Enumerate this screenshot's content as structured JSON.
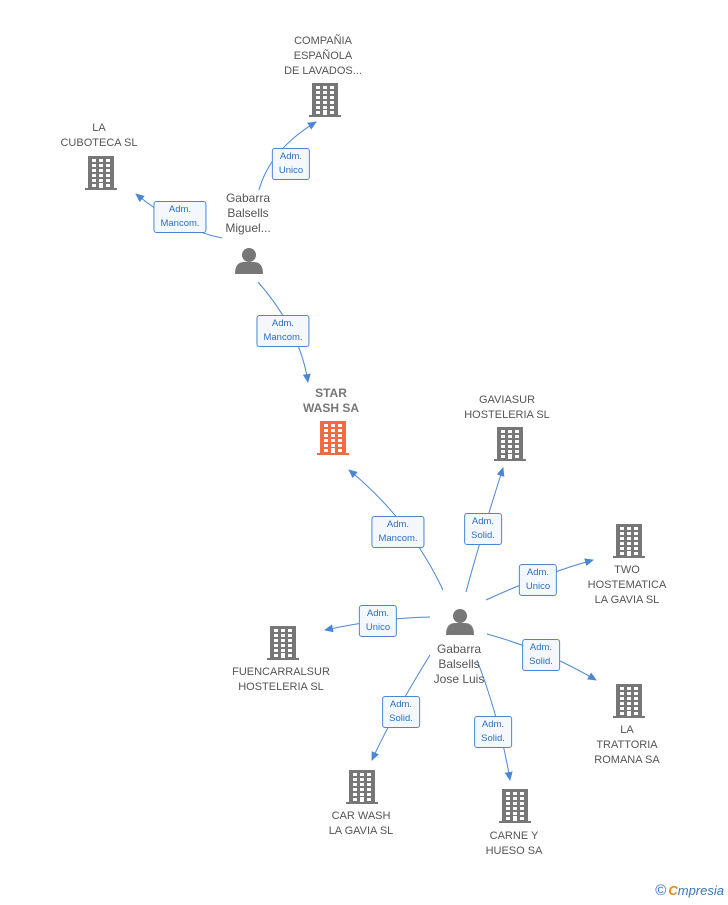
{
  "colors": {
    "node": "#777777",
    "focus": "#f26a3d",
    "edge": "#4a86d4"
  },
  "nodes": {
    "star_wash": {
      "label": "STAR\nWASH SA",
      "icon": "building-icon",
      "focus": true
    },
    "compania": {
      "label": "COMPAÑIA\nESPAÑOLA\nDE LAVADOS...",
      "icon": "building-icon"
    },
    "la_cuboteca": {
      "label": "LA\nCUBOTECA SL",
      "icon": "building-icon"
    },
    "gaviasur": {
      "label": "GAVIASUR\nHOSTELERIA SL",
      "icon": "building-icon"
    },
    "two_hostematica": {
      "label": "TWO\nHOSTEMATICA\nLA GAVIA  SL",
      "icon": "building-icon"
    },
    "fuencarralsur": {
      "label": "FUENCARRALSUR\nHOSTELERIA SL",
      "icon": "building-icon"
    },
    "la_trattoria": {
      "label": "LA\nTRATTORIA\nROMANA SA",
      "icon": "building-icon"
    },
    "car_wash": {
      "label": "CAR WASH\nLA GAVIA SL",
      "icon": "building-icon"
    },
    "carne_hueso": {
      "label": "CARNE Y\nHUESO SA",
      "icon": "building-icon"
    },
    "gabarra_miguel": {
      "label": "Gabarra\nBalsells\nMiguel...",
      "icon": "person-icon"
    },
    "gabarra_jose": {
      "label": "Gabarra\nBalsells\nJose Luis",
      "icon": "person-icon"
    }
  },
  "edges": [
    {
      "id": "e1",
      "from": "gabarra_miguel",
      "to": "compania",
      "label": "Adm.\nUnico"
    },
    {
      "id": "e2",
      "from": "gabarra_miguel",
      "to": "la_cuboteca",
      "label": "Adm.\nMancom."
    },
    {
      "id": "e3",
      "from": "gabarra_miguel",
      "to": "star_wash",
      "label": "Adm.\nMancom."
    },
    {
      "id": "e4",
      "from": "gabarra_jose",
      "to": "star_wash",
      "label": "Adm.\nMancom."
    },
    {
      "id": "e5",
      "from": "gabarra_jose",
      "to": "gaviasur",
      "label": "Adm.\nSolid."
    },
    {
      "id": "e6",
      "from": "gabarra_jose",
      "to": "two_hostematica",
      "label": "Adm.\nUnico"
    },
    {
      "id": "e7",
      "from": "gabarra_jose",
      "to": "fuencarralsur",
      "label": "Adm.\nUnico"
    },
    {
      "id": "e8",
      "from": "gabarra_jose",
      "to": "la_trattoria",
      "label": "Adm.\nSolid."
    },
    {
      "id": "e9",
      "from": "gabarra_jose",
      "to": "car_wash",
      "label": "Adm.\nSolid."
    },
    {
      "id": "e10",
      "from": "gabarra_jose",
      "to": "carne_hueso",
      "label": "Adm.\nSolid."
    }
  ],
  "brand": {
    "copyright": "©",
    "e": "C",
    "rest": "mpresia"
  }
}
